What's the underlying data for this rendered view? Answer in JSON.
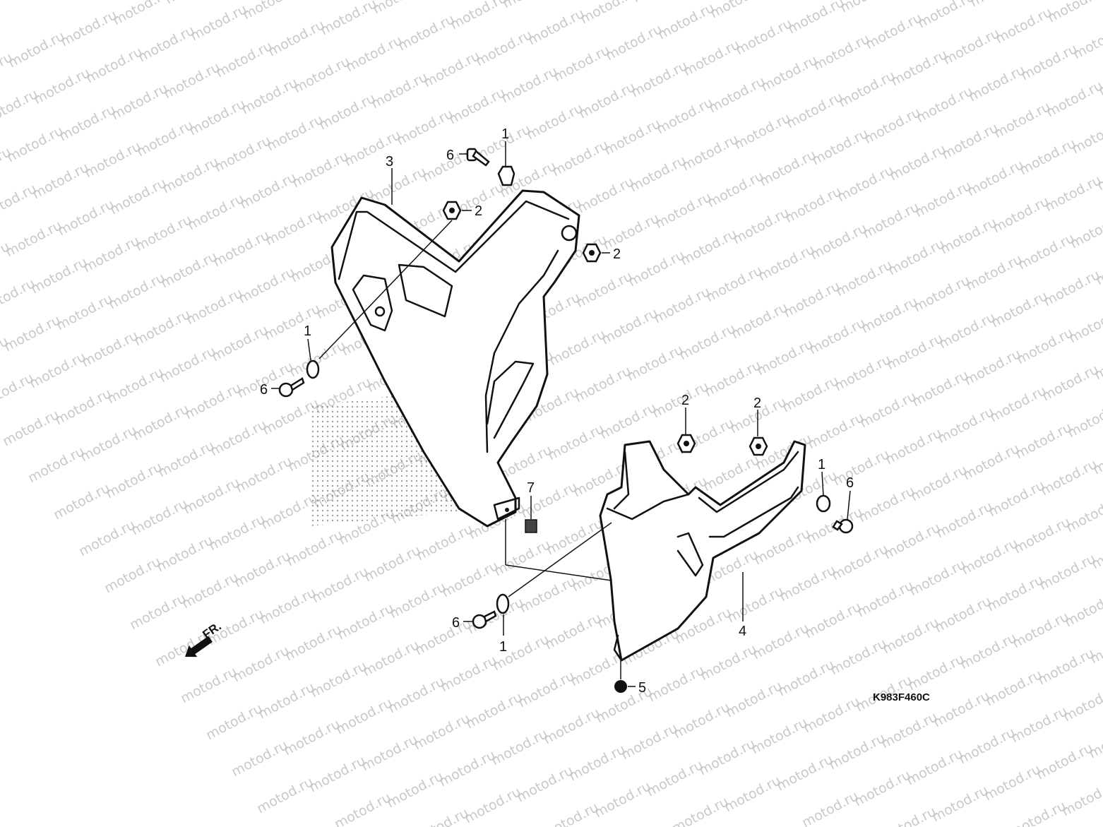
{
  "watermark": {
    "text": "motod.ru"
  },
  "diagram_code": "K983F460C",
  "front_indicator": {
    "label": "FR.",
    "icon": "front-direction-arrow-icon"
  },
  "callouts": {
    "c1_top": "1",
    "c6_top": "6",
    "c3": "3",
    "c2_upper_a": "2",
    "c2_upper_b": "2",
    "c1_left": "1",
    "c6_left": "6",
    "c7": "7",
    "c2_lower_a": "2",
    "c2_lower_b": "2",
    "c1_right": "1",
    "c6_right": "6",
    "c6_bottom": "6",
    "c1_bottom": "1",
    "c4": "4",
    "c5": "5"
  }
}
